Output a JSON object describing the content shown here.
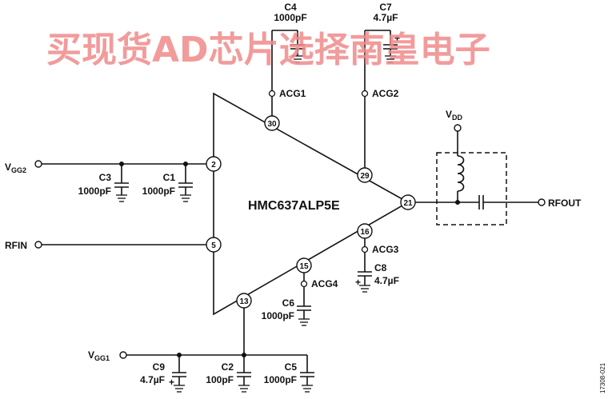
{
  "watermark": "买现货AD芯片选择南皇电子",
  "part_number": "HMC637ALP5E",
  "figure_id": "17308-021",
  "supplies": {
    "vgg2": {
      "main": "V",
      "sub": "GG2"
    },
    "vgg1": {
      "main": "V",
      "sub": "GG1"
    },
    "vdd": {
      "main": "V",
      "sub": "DD"
    }
  },
  "ports": {
    "rfin": "RFIN",
    "rfout": "RFOUT"
  },
  "pins": [
    "2",
    "5",
    "13",
    "15",
    "16",
    "21",
    "29",
    "30"
  ],
  "acg_labels": {
    "acg1": "ACG1",
    "acg2": "ACG2",
    "acg3": "ACG3",
    "acg4": "ACG4"
  },
  "components": {
    "c1": {
      "name": "C1",
      "value": "1000pF"
    },
    "c2": {
      "name": "C2",
      "value": "100pF"
    },
    "c3": {
      "name": "C3",
      "value": "1000pF"
    },
    "c4": {
      "name": "C4",
      "value": "1000pF"
    },
    "c5": {
      "name": "C5",
      "value": "1000pF"
    },
    "c6": {
      "name": "C6",
      "value": "1000pF"
    },
    "c7": {
      "name": "C7",
      "value": "4.7µF"
    },
    "c8": {
      "name": "C8",
      "value": "4.7µF"
    },
    "c9": {
      "name": "C9",
      "value": "4.7µF"
    }
  },
  "polarity_mark": "+"
}
